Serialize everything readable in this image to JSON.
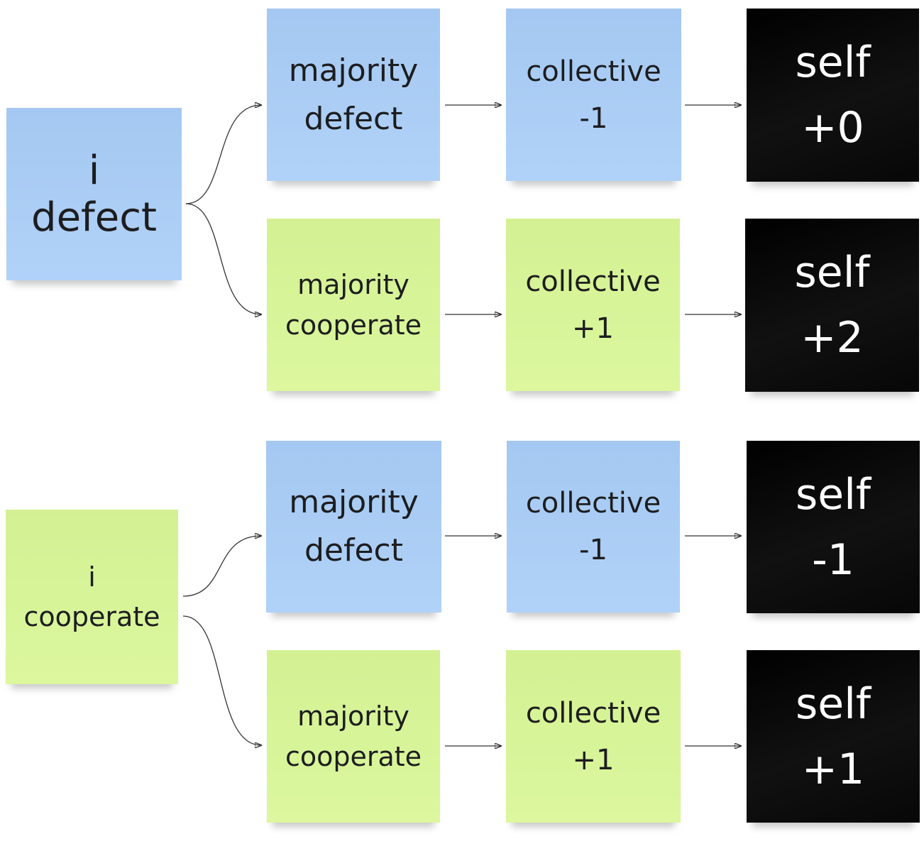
{
  "rows": [
    {
      "start": {
        "line1": "i",
        "line2": "defect",
        "color": "#a4c8f1"
      },
      "branches": [
        {
          "majority": {
            "line1": "majority",
            "line2": "defect"
          },
          "collective": {
            "line1": "collective",
            "line2": "-1"
          },
          "self": {
            "line1": "self",
            "line2": "+0"
          }
        },
        {
          "majority": {
            "line1": "majority",
            "line2": "cooperate"
          },
          "collective": {
            "line1": "collective",
            "line2": "+1"
          },
          "self": {
            "line1": "self",
            "line2": "+2"
          }
        }
      ]
    },
    {
      "start": {
        "line1": "i",
        "line2": "cooperate",
        "color": "#d3f193"
      },
      "branches": [
        {
          "majority": {
            "line1": "majority",
            "line2": "defect"
          },
          "collective": {
            "line1": "collective",
            "line2": "-1"
          },
          "self": {
            "line1": "self",
            "line2": "-1"
          }
        },
        {
          "majority": {
            "line1": "majority",
            "line2": "cooperate"
          },
          "collective": {
            "line1": "collective",
            "line2": "+1"
          },
          "self": {
            "line1": "self",
            "line2": "+1"
          }
        }
      ]
    }
  ],
  "colors": {
    "defect": "#a4c8f1",
    "cooperate": "#d3f193",
    "self": "#000000",
    "arrow": "#333333"
  }
}
